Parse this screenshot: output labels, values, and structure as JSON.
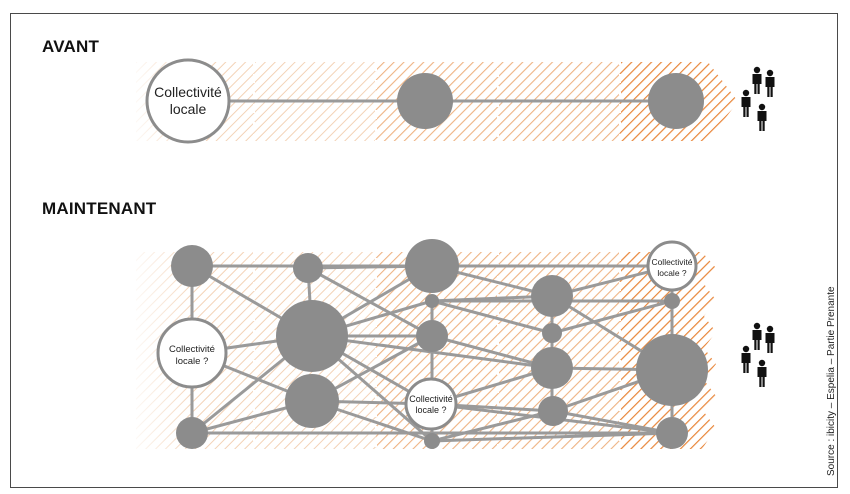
{
  "sections": {
    "before_title": "AVANT",
    "now_title": "MAINTENANT"
  },
  "nodes": {
    "collectivite_before": [
      "Collectivité",
      "locale"
    ],
    "collectivite_now": [
      "Collectivité",
      "locale ?"
    ]
  },
  "source": "Source : ibicity – Espelia – Partie Prenante",
  "colors": {
    "hatch_orange": "#e8863a",
    "node_gray": "#8c8c8c",
    "line_gray": "#9a9a9a",
    "person_black": "#111111"
  },
  "icons": [
    "people-group-icon"
  ]
}
